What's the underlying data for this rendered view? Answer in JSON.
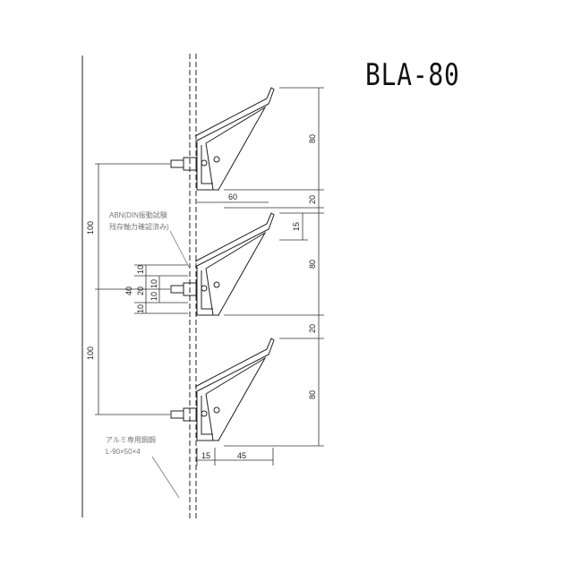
{
  "title": "BLA-80",
  "annotations": {
    "anchor_line1": "ABN(DIN振動試験",
    "anchor_line2": "残存軸力確認済み)",
    "angle_line1": "アルミ専用鋼鋼",
    "angle_line2": "L-90×50×4"
  },
  "dimensions": {
    "louver_height": "80",
    "gap": "20",
    "top_depth": "60",
    "pitch_left": "100",
    "pitch_left2": "100",
    "notch": "15",
    "detail_40": "40",
    "detail_10a": "10",
    "detail_10b": "10",
    "detail_20": "20",
    "detail_10c": "10",
    "detail_10d": "10",
    "bottom_15": "15",
    "bottom_45": "45"
  },
  "colors": {
    "line": "#222222",
    "dim_line": "#333333",
    "note": "#777777"
  }
}
